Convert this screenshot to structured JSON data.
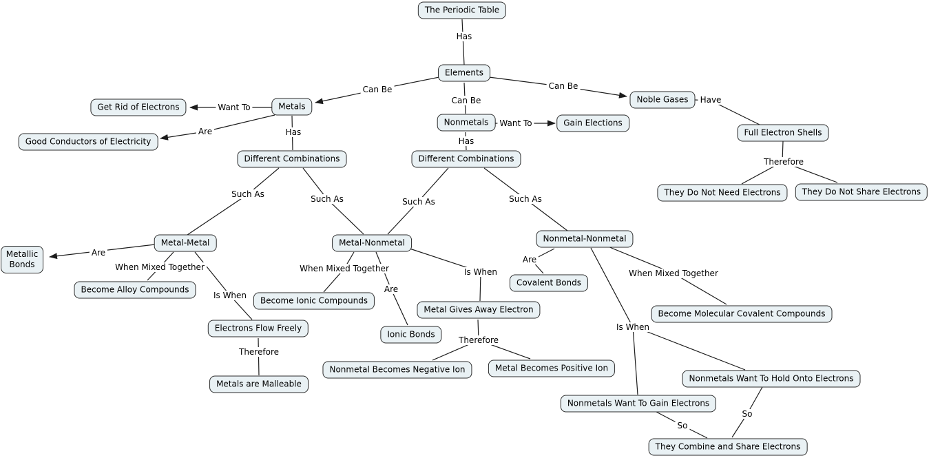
{
  "colors": {
    "background": "#ffffff",
    "node_fill": "#e9f1f4",
    "node_border": "#2b2b2b",
    "line_color": "#1c1c1c",
    "text_color": "#000000"
  },
  "nodes": {
    "periodic_table": "The Periodic Table",
    "elements": "Elements",
    "metals": "Metals",
    "nonmetals": "Nonmetals",
    "gain_elections": "Gain Elections",
    "noble_gases": "Noble Gases",
    "get_rid_of_electrons": "Get Rid of Electrons",
    "good_conductors_of_electricity": "Good Conductors of Electricity",
    "full_electron_shells": "Full Electron Shells",
    "different_combinations_metals": "Different Combinations",
    "different_combinations_nonmetals": "Different Combinations",
    "they_do_not_need_electrons": "They Do Not Need Electrons",
    "they_do_not_share_electrons": "They Do Not Share Electrons",
    "metal_metal": "Metal-Metal",
    "metal_nonmetal": "Metal-Nonmetal",
    "nonmetal_nonmetal": "Nonmetal-Nonmetal",
    "metallic_bonds": "Metallic Bonds",
    "become_alloy_compounds": "Become Alloy Compounds",
    "electrons_flow_freely": "Electrons Flow Freely",
    "metals_are_malleable": "Metals are Malleable",
    "become_ionic_compounds": "Become Ionic Compounds",
    "ionic_bonds": "Ionic Bonds",
    "metal_gives_away_electron": "Metal Gives Away Electron",
    "covalent_bonds": "Covalent Bonds",
    "nonmetal_becomes_negative_ion": "Nonmetal Becomes Negative Ion",
    "metal_becomes_positive_ion": "Metal Becomes Positive Ion",
    "become_molecular_covalent_compounds": "Become Molecular Covalent Compounds",
    "nonmetals_want_to_hold_onto_electrons": "Nonmetals Want To Hold Onto Electrons",
    "nonmetals_want_to_gain_electrons": "Nonmetals Want To Gain Electrons",
    "they_combine_and_share_electrons": "They Combine and Share Electrons"
  },
  "edge_labels": {
    "periodic_has": "Has",
    "elements_can_be_metals": "Can Be",
    "elements_can_be_nonmetals": "Can Be",
    "elements_can_be_noble_gases": "Can Be",
    "metals_want_to": "Want To",
    "metals_are": "Are",
    "metals_has": "Has",
    "nonmetals_want_to": "Want To",
    "nonmetals_has": "Has",
    "noble_gases_have": "Have",
    "full_shells_therefore": "Therefore",
    "such_as_metal_metal": "Such As",
    "such_as_metal_nonmetal_left": "Such As",
    "such_as_metal_nonmetal_right": "Such As",
    "such_as_nonmetal_nonmetal": "Such As",
    "metal_metal_are": "Are",
    "metal_metal_when_mixed": "When Mixed Together",
    "metal_metal_is_when": "Is When",
    "electrons_flow_therefore": "Therefore",
    "metal_nonmetal_when_mixed": "When Mixed Together",
    "metal_nonmetal_are": "Are",
    "metal_nonmetal_is_when": "Is When",
    "gives_away_therefore": "Therefore",
    "nonmetal_nonmetal_are": "Are",
    "nonmetal_nonmetal_when_mixed": "When Mixed Together",
    "nonmetal_nonmetal_is_when": "Is When",
    "gain_so": "So",
    "hold_so": "So"
  }
}
